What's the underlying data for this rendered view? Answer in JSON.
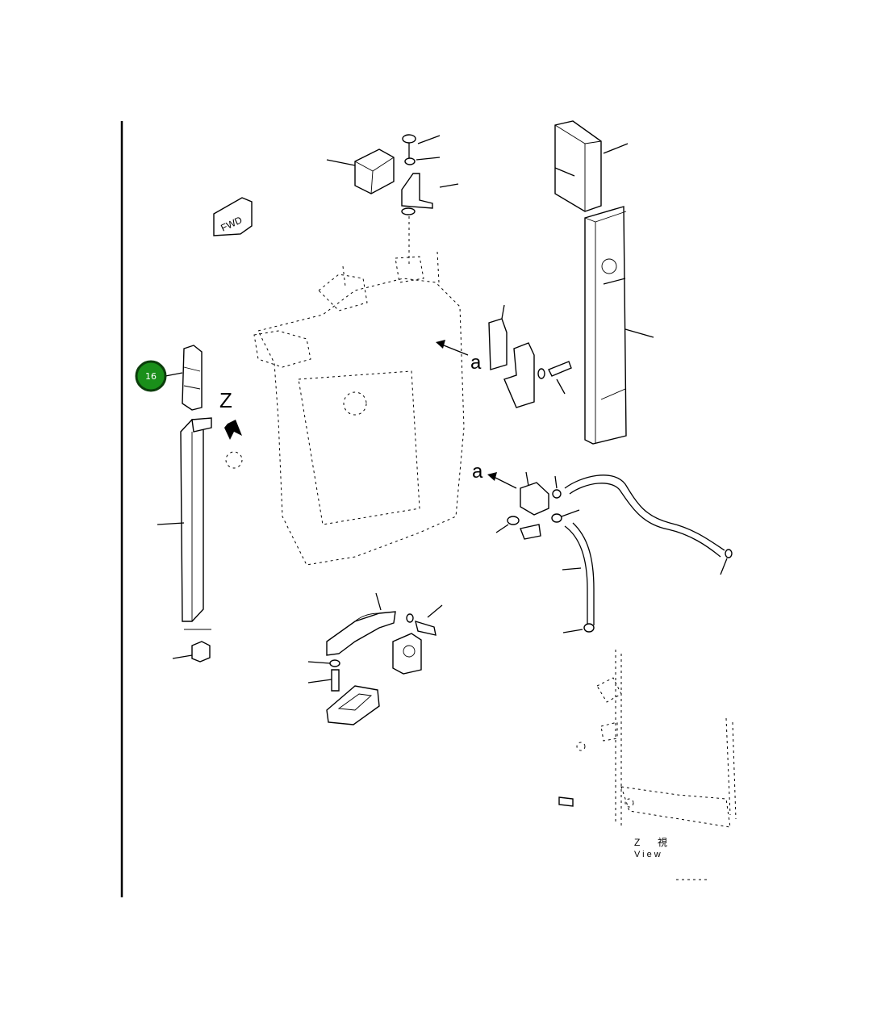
{
  "diagram": {
    "callout": {
      "number": "16",
      "color": "#1a8f1a",
      "ring_color": "#0b3d0b"
    },
    "arrow_label_a": "a",
    "view_letter": "Z",
    "view_caption_letter": "Z",
    "view_caption_kanji": "視",
    "view_caption_word": "View",
    "fwd_badge": "FWD"
  }
}
